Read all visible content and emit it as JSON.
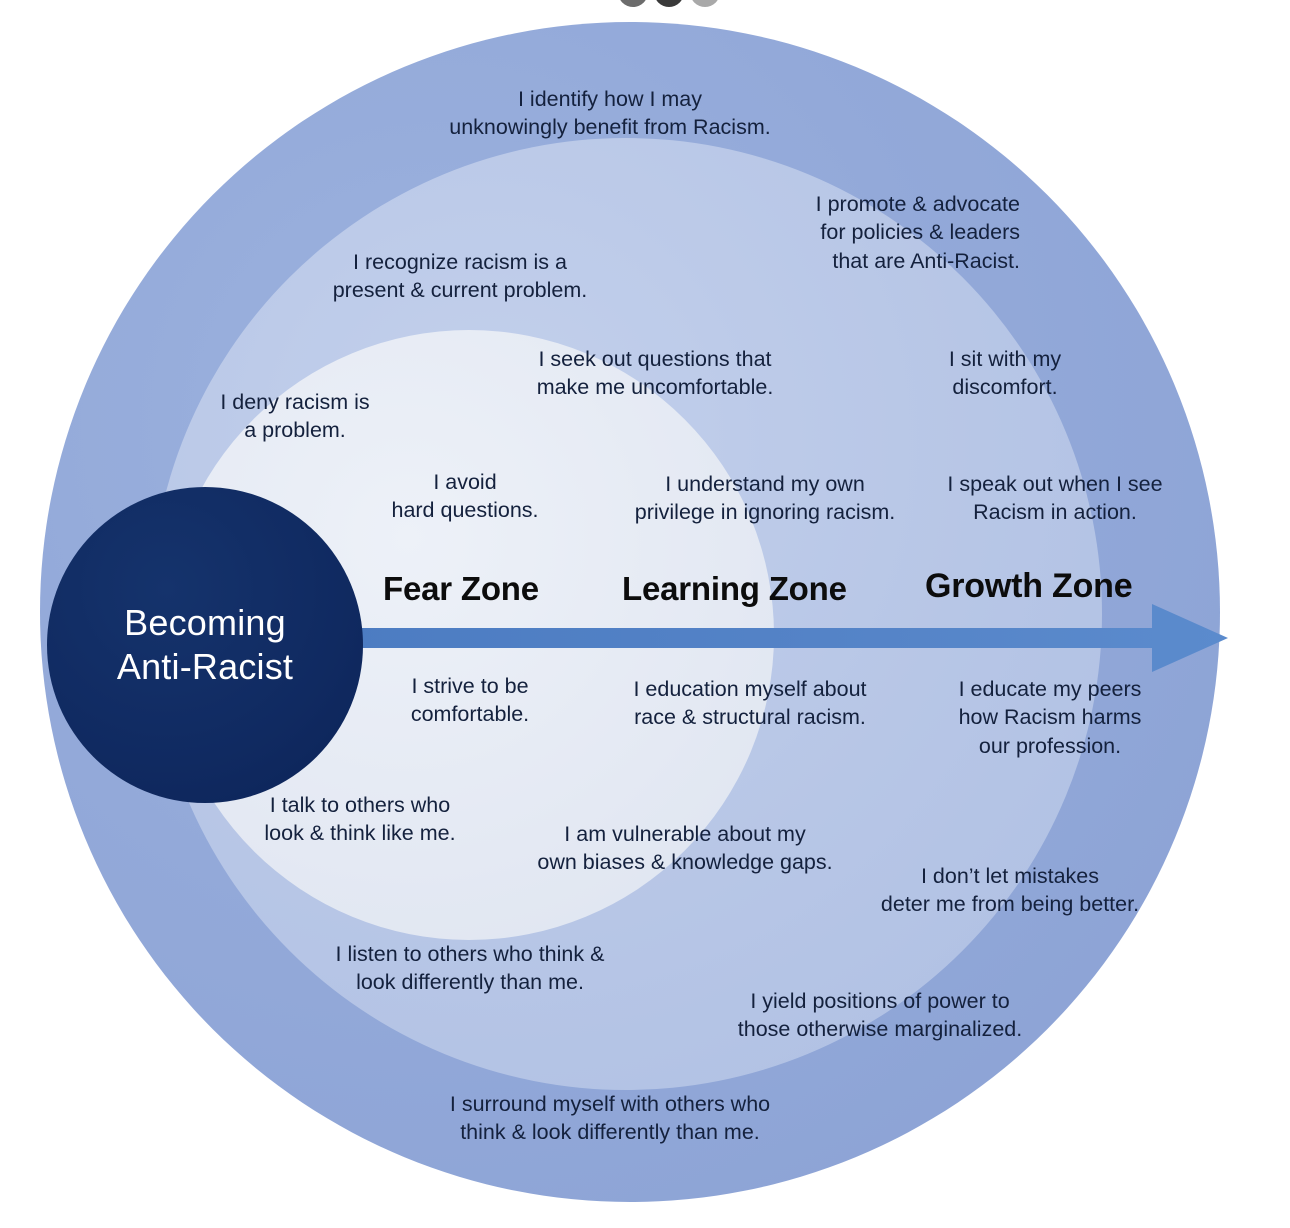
{
  "diagram": {
    "title": "Becoming Anti-Racist",
    "core": {
      "line1": "Becoming",
      "line2": "Anti-Racist"
    },
    "colors": {
      "core": "#102a61",
      "fear_zone": "#e4e9f3",
      "learning_zone": "#b7c6e6",
      "growth_zone": "#93a9d9",
      "arrow": "#4e7fc4",
      "text": "#14213d"
    },
    "zones": [
      {
        "id": "fear",
        "label": "Fear Zone"
      },
      {
        "id": "learning",
        "label": "Learning Zone"
      },
      {
        "id": "growth",
        "label": "Growth Zone"
      }
    ],
    "statements": {
      "fear": [
        {
          "id": "deny",
          "text": "I deny racism is\na problem."
        },
        {
          "id": "avoid",
          "text": "I avoid\nhard questions."
        },
        {
          "id": "strive",
          "text": "I strive to be\ncomfortable."
        },
        {
          "id": "talk",
          "text": "I talk to others who\nlook & think like me."
        }
      ],
      "learning": [
        {
          "id": "recognize",
          "text": "I recognize racism is a\npresent & current problem."
        },
        {
          "id": "seek",
          "text": "I seek out questions that\nmake me uncomfortable."
        },
        {
          "id": "privilege",
          "text": "I  understand my own\nprivilege in ignoring racism."
        },
        {
          "id": "education",
          "text": "I education myself about\nrace & structural racism."
        },
        {
          "id": "vulnerable",
          "text": "I  am vulnerable about my\nown biases & knowledge gaps."
        },
        {
          "id": "listen",
          "text": "I listen to others who think &\nlook differently than me."
        },
        {
          "id": "surround",
          "text": "I  surround myself with others who\nthink & look differently than me."
        }
      ],
      "growth": [
        {
          "id": "identify",
          "text": "I  identify how I may\nunknowingly benefit from Racism."
        },
        {
          "id": "promote",
          "text": "I promote & advocate\nfor policies & leaders\nthat are Anti-Racist."
        },
        {
          "id": "sit",
          "text": "I sit with my\ndiscomfort."
        },
        {
          "id": "speak",
          "text": "I  speak out when I see\nRacism in action."
        },
        {
          "id": "educate",
          "text": "I educate my peers\nhow Racism harms\nour profession."
        },
        {
          "id": "mistakes",
          "text": "I don’t let mistakes\ndeter me from being better."
        },
        {
          "id": "yield",
          "text": "I yield positions of power to\nthose otherwise marginalized."
        }
      ]
    },
    "arrow": {
      "name": "progress-arrow",
      "direction": "left-to-right"
    }
  }
}
